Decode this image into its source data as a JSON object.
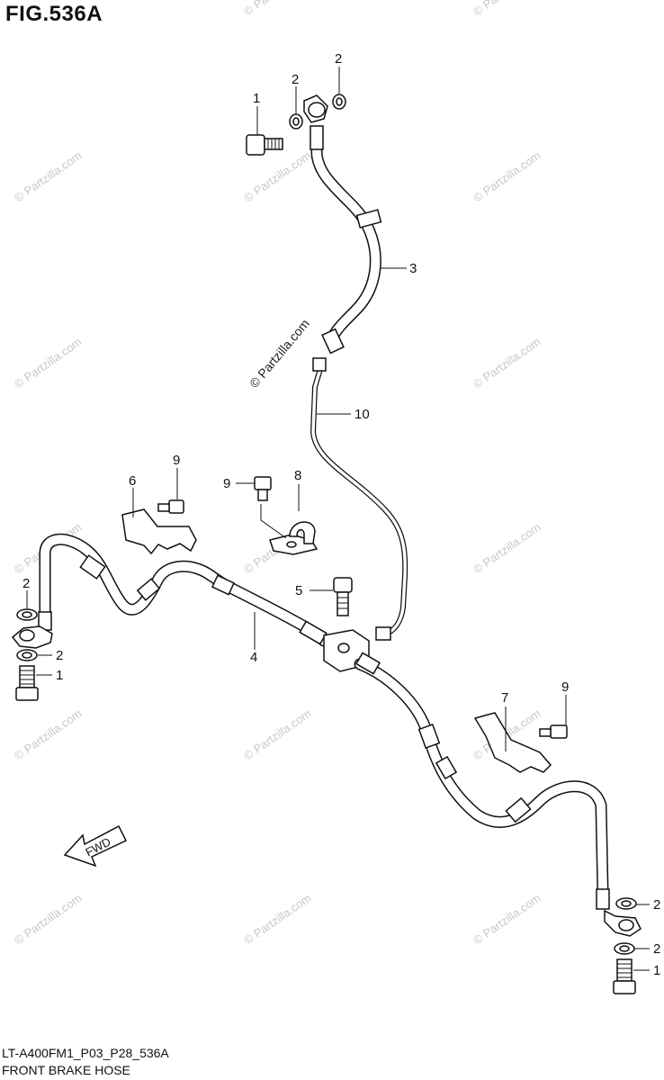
{
  "figure": {
    "title": "FIG.536A",
    "code": "LT-A400FM1_P03_P28_536A",
    "caption": "FRONT BRAKE HOSE"
  },
  "callouts": {
    "bolt_top": "1",
    "washer_top_a": "2",
    "washer_top_b": "2",
    "hose_upper": "3",
    "hose_left": "4",
    "bolt_joint": "5",
    "bracket_left": "6",
    "bracket_right": "7",
    "clamp": "8",
    "bolt_bracket_left": "9",
    "bolt_clamp": "9",
    "bolt_bracket_right": "9",
    "pipe": "10",
    "washer_left_a": "2",
    "washer_left_b": "2",
    "bolt_left": "1",
    "washer_right_a": "2",
    "washer_right_b": "2",
    "bolt_right": "1"
  },
  "fwd_label": "FWD",
  "watermark": "© Partzilla.com"
}
